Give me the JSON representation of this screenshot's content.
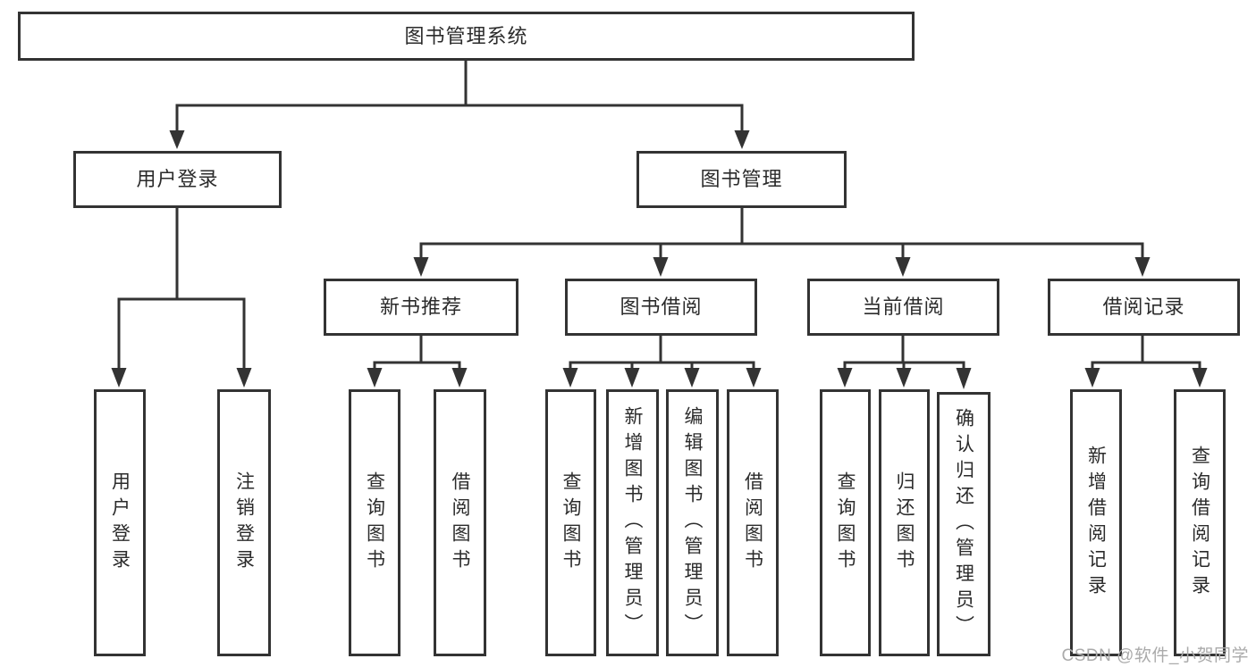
{
  "diagram": {
    "root": "图书管理系统",
    "branches": [
      {
        "label": "用户登录",
        "children": [
          {
            "label": "用户登录"
          },
          {
            "label": "注销登录"
          }
        ]
      },
      {
        "label": "图书管理",
        "children": [
          {
            "label": "新书推荐",
            "children": [
              {
                "label": "查询图书"
              },
              {
                "label": "借阅图书"
              }
            ]
          },
          {
            "label": "图书借阅",
            "children": [
              {
                "label": "查询图书"
              },
              {
                "label": "新增图书（管理员）"
              },
              {
                "label": "编辑图书（管理员）"
              },
              {
                "label": "借阅图书"
              }
            ]
          },
          {
            "label": "当前借阅",
            "children": [
              {
                "label": "查询图书"
              },
              {
                "label": "归还图书"
              },
              {
                "label": "确认归还（管理员）"
              }
            ]
          },
          {
            "label": "借阅记录",
            "children": [
              {
                "label": "新增借阅记录"
              },
              {
                "label": "查询借阅记录"
              }
            ]
          }
        ]
      }
    ]
  },
  "watermark": {
    "text": "CSDN @软件_小贺同学"
  },
  "colors": {
    "line": "#333333",
    "text": "#2b2b2b",
    "watermark": "#aaaaaa",
    "box-fill": "#ffffff",
    "bg": "#ffffff"
  }
}
